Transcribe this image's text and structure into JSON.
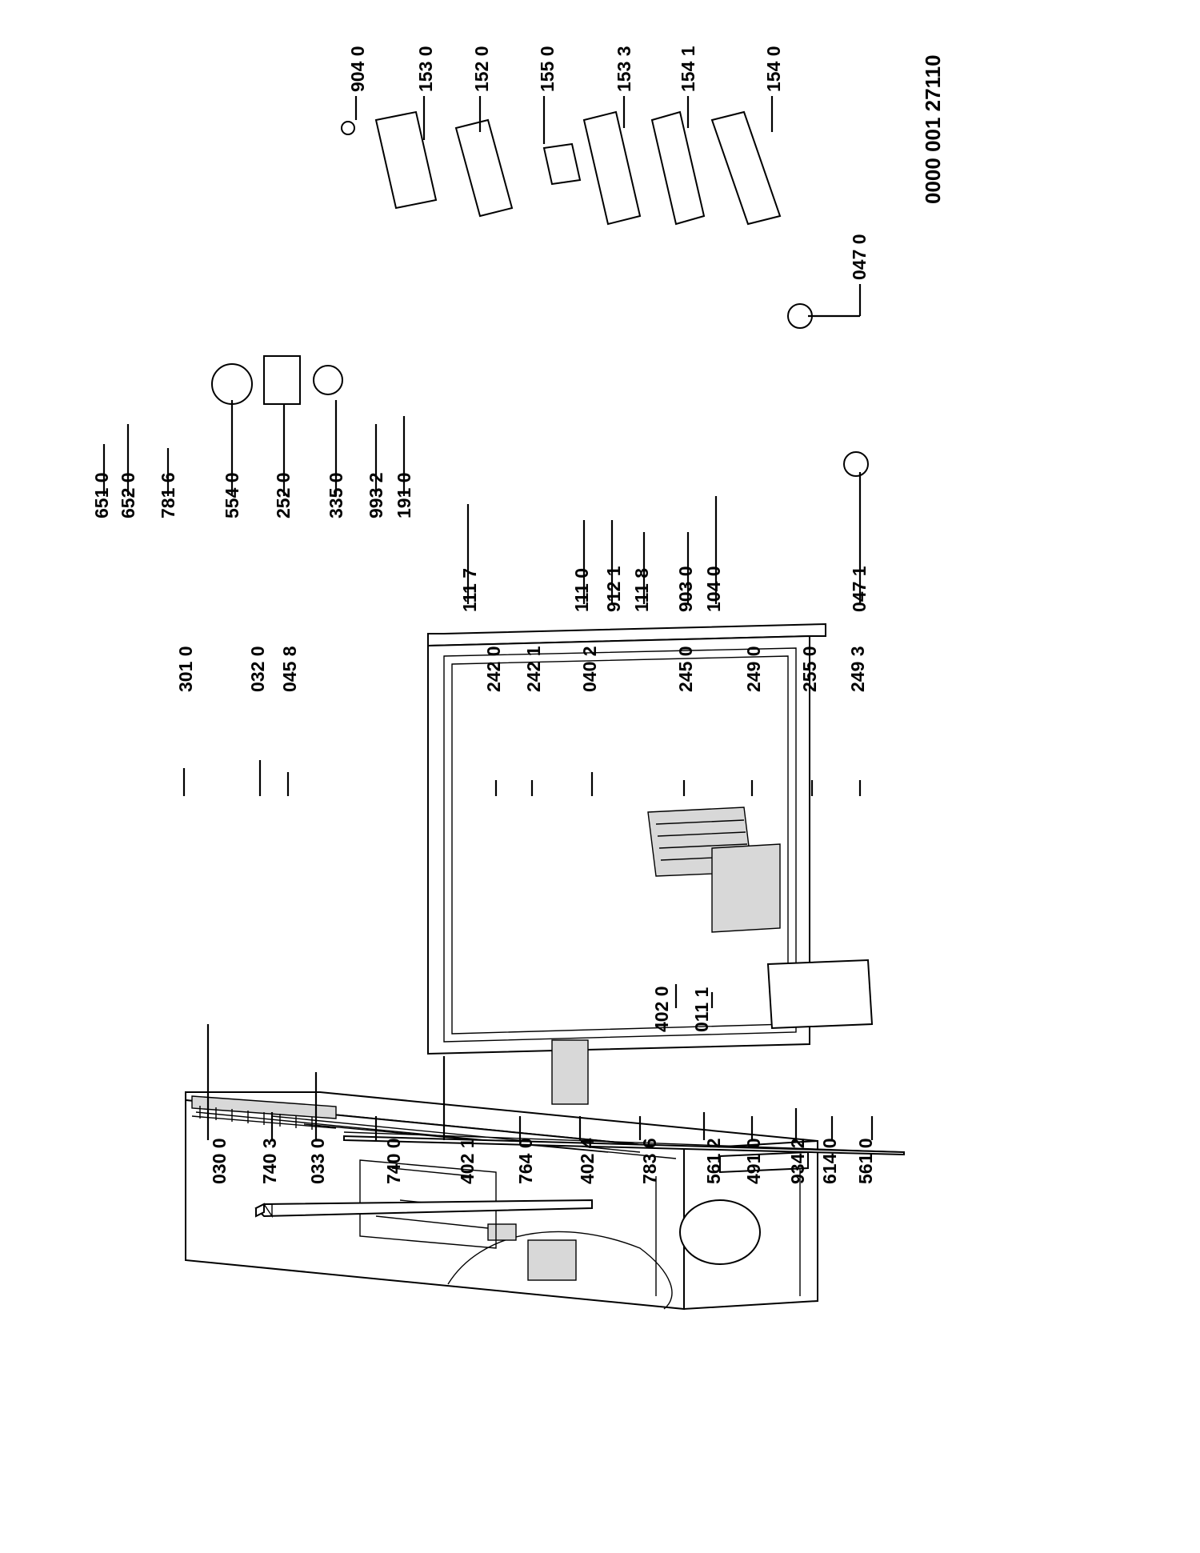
{
  "document_number": "0000 001 27110",
  "part_labels": [
    "030 0",
    "740 3",
    "033 0",
    "740 0",
    "402 1",
    "764 0",
    "402 4",
    "783 6",
    "561 2",
    "491 0",
    "934 2",
    "614 0",
    "561 0",
    "402 0",
    "011 1",
    "301 0",
    "032 0",
    "045 8",
    "242 0",
    "242 1",
    "040 2",
    "245 0",
    "249 0",
    "255 0",
    "249 3",
    "651 0",
    "652 0",
    "781 6",
    "554 0",
    "252 0",
    "335 0",
    "993 2",
    "191 0",
    "111 7",
    "111 0",
    "912 1",
    "111 8",
    "903 0",
    "104 0",
    "047 1",
    "047 0",
    "904 0",
    "153 0",
    "152 0",
    "155 0",
    "153 3",
    "154 1",
    "154 0"
  ]
}
